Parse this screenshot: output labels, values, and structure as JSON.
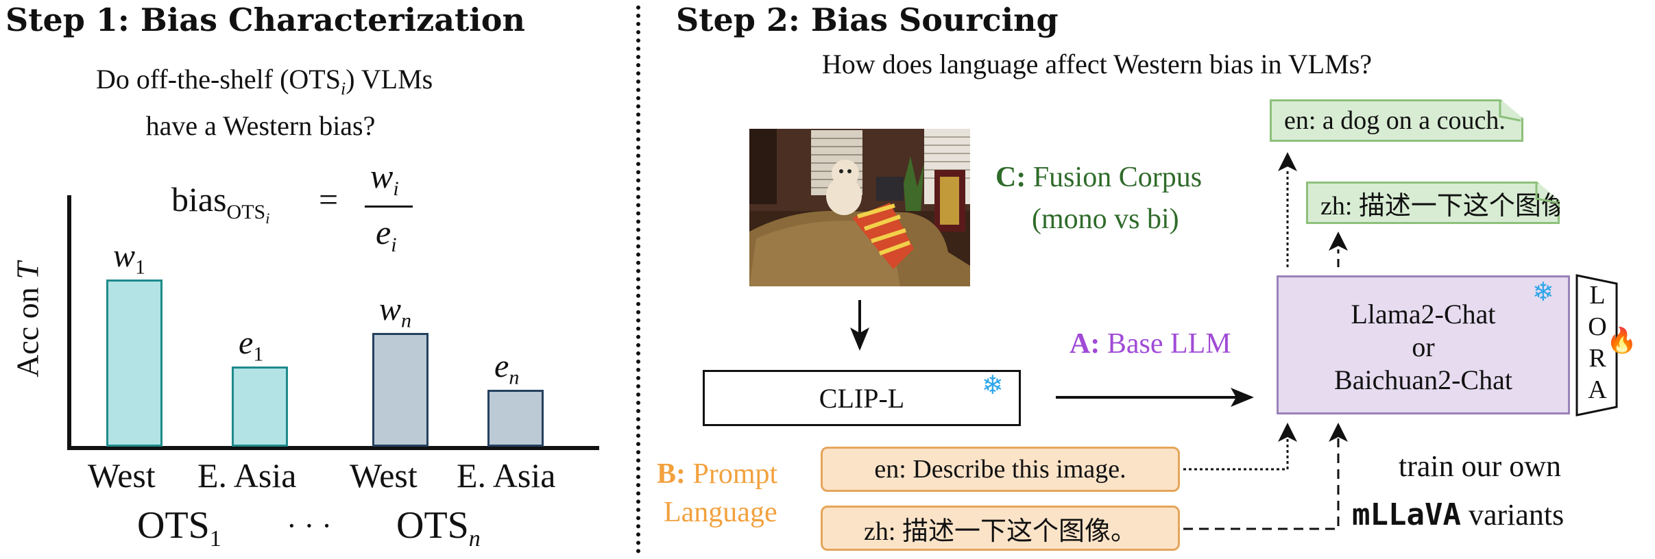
{
  "step1": {
    "title": "Step 1: Bias Characterization",
    "question_line1": "Do off-the-shelf (OTS",
    "question_sub": "i",
    "question_line1_end": ") VLMs",
    "question_line2": "have a Western bias?",
    "formula_lhs": "bias",
    "formula_lhs_sub": "OTS",
    "formula_lhs_subsub": "i",
    "formula_eq": "=",
    "formula_num": "w",
    "formula_num_sub": "i",
    "formula_den": "e",
    "formula_den_sub": "i",
    "ylabel_prefix": "Acc on ",
    "ylabel_var": "T",
    "bar_labels": [
      {
        "base": "w",
        "sub": "1"
      },
      {
        "base": "e",
        "sub": "1"
      },
      {
        "base": "w",
        "sub": "n"
      },
      {
        "base": "e",
        "sub": "n"
      }
    ],
    "xticks": [
      "West",
      "E. Asia",
      "West",
      "E. Asia"
    ],
    "group1": "OTS",
    "group1_sub": "1",
    "ellipsis": "· · ·",
    "group2": "OTS",
    "group2_sub": "n"
  },
  "chart_data": {
    "type": "bar",
    "categories": [
      "West",
      "E. Asia",
      "West",
      "E. Asia"
    ],
    "groups": [
      "OTS1",
      "OTS1",
      "OTSn",
      "OTSn"
    ],
    "values": [
      1.0,
      0.48,
      0.68,
      0.34
    ],
    "ylim": [
      0,
      1.0
    ],
    "ylabel": "Acc on T",
    "xlabel": "",
    "colors": [
      "#b3e3e5",
      "#b3e3e5",
      "#bccad6",
      "#bccad6"
    ],
    "border_colors": [
      "#1e8a8a",
      "#1e8a8a",
      "#24415e",
      "#24415e"
    ]
  },
  "step2": {
    "title": "Step 2: Bias Sourcing",
    "question": "How does language affect Western bias in VLMs?",
    "fusion_label_bold": "C:",
    "fusion_label": " Fusion Corpus",
    "fusion_sub": "(mono vs bi)",
    "base_llm_bold": "A:",
    "base_llm": " Base LLM",
    "prompt_lang_bold": "B:",
    "prompt_lang_1": " Prompt",
    "prompt_lang_2": "Language",
    "clip": "CLIP-L",
    "llm_line1": "Llama2-Chat",
    "llm_line2": "or",
    "llm_line3": "Baichuan2-Chat",
    "lora": [
      "L",
      "O",
      "R",
      "A"
    ],
    "output_en": "en: a dog on a couch.",
    "output_zh": "zh: 描述一下这个图像。",
    "prompt_en": "en: Describe this image.",
    "prompt_zh": "zh: 描述一下这个图像。",
    "train_line1": "train our own",
    "train_bold": "mLLaVA",
    "train_line2_rest": " variants",
    "snowflake": "❄",
    "fire": "🔥"
  },
  "colors": {
    "green": "#2f6b2a",
    "purple": "#a04ad6",
    "orange": "#f2a13e"
  }
}
